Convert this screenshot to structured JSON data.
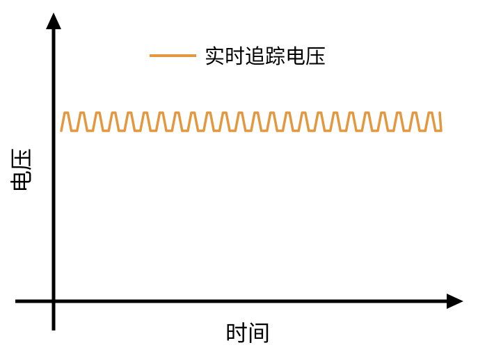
{
  "chart_data": {
    "type": "line",
    "title": "",
    "xlabel": "时间",
    "ylabel": "电压",
    "legend": {
      "position": "top",
      "entries": [
        "实时追踪电压"
      ]
    },
    "grid": false,
    "ticks": false,
    "series": [
      {
        "name": "实时追踪电压",
        "color": "#E3983F",
        "waveform": "trapezoidal-periodic",
        "cycles": 24,
        "high_level": 1,
        "low_level": 0
      }
    ]
  }
}
